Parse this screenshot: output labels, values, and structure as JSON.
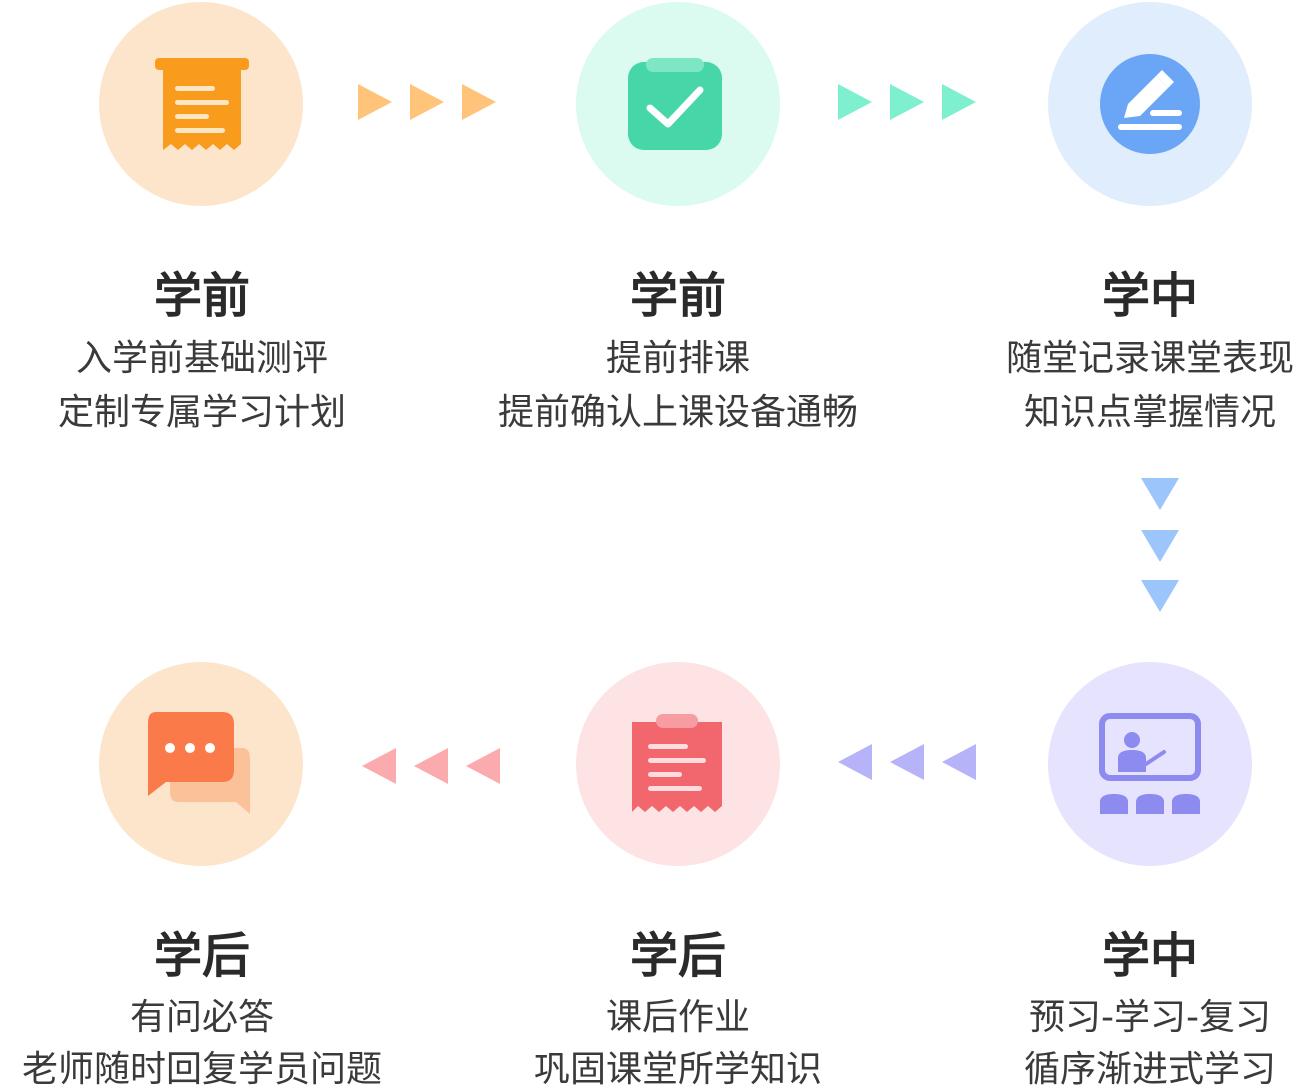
{
  "colors": {
    "orange": "#f99b1d",
    "orange_bg": "#fde5cc",
    "green": "#46d6a8",
    "green_bg": "#dbfaf0",
    "blue": "#6aa5f6",
    "blue_bg": "#e0edfd",
    "purple": "#8d8af0",
    "purple_bg": "#e5e3fd",
    "red": "#f2666d",
    "red_bg": "#fde3e4",
    "coral": "#fa7a4a",
    "coral_bg": "#fde5cc"
  },
  "steps": [
    {
      "id": "step1",
      "title": "学前",
      "lines": [
        "入学前基础测评",
        "定制专属学习计划"
      ],
      "icon": "receipt-icon"
    },
    {
      "id": "step2",
      "title": "学前",
      "lines": [
        "提前排课",
        "提前确认上课设备通畅"
      ],
      "icon": "check-clipboard-icon"
    },
    {
      "id": "step3",
      "title": "学中",
      "lines": [
        "随堂记录课堂表现",
        "知识点掌握情况"
      ],
      "icon": "pencil-icon"
    },
    {
      "id": "step4",
      "title": "学中",
      "lines": [
        "预习-学习-复习",
        "循序渐进式学习"
      ],
      "icon": "classroom-icon"
    },
    {
      "id": "step5",
      "title": "学后",
      "lines": [
        "课后作业",
        "巩固课堂所学知识"
      ],
      "icon": "homework-icon"
    },
    {
      "id": "step6",
      "title": "学后",
      "lines": [
        "有问必答",
        "老师随时回复学员问题"
      ],
      "icon": "chat-icon"
    }
  ]
}
